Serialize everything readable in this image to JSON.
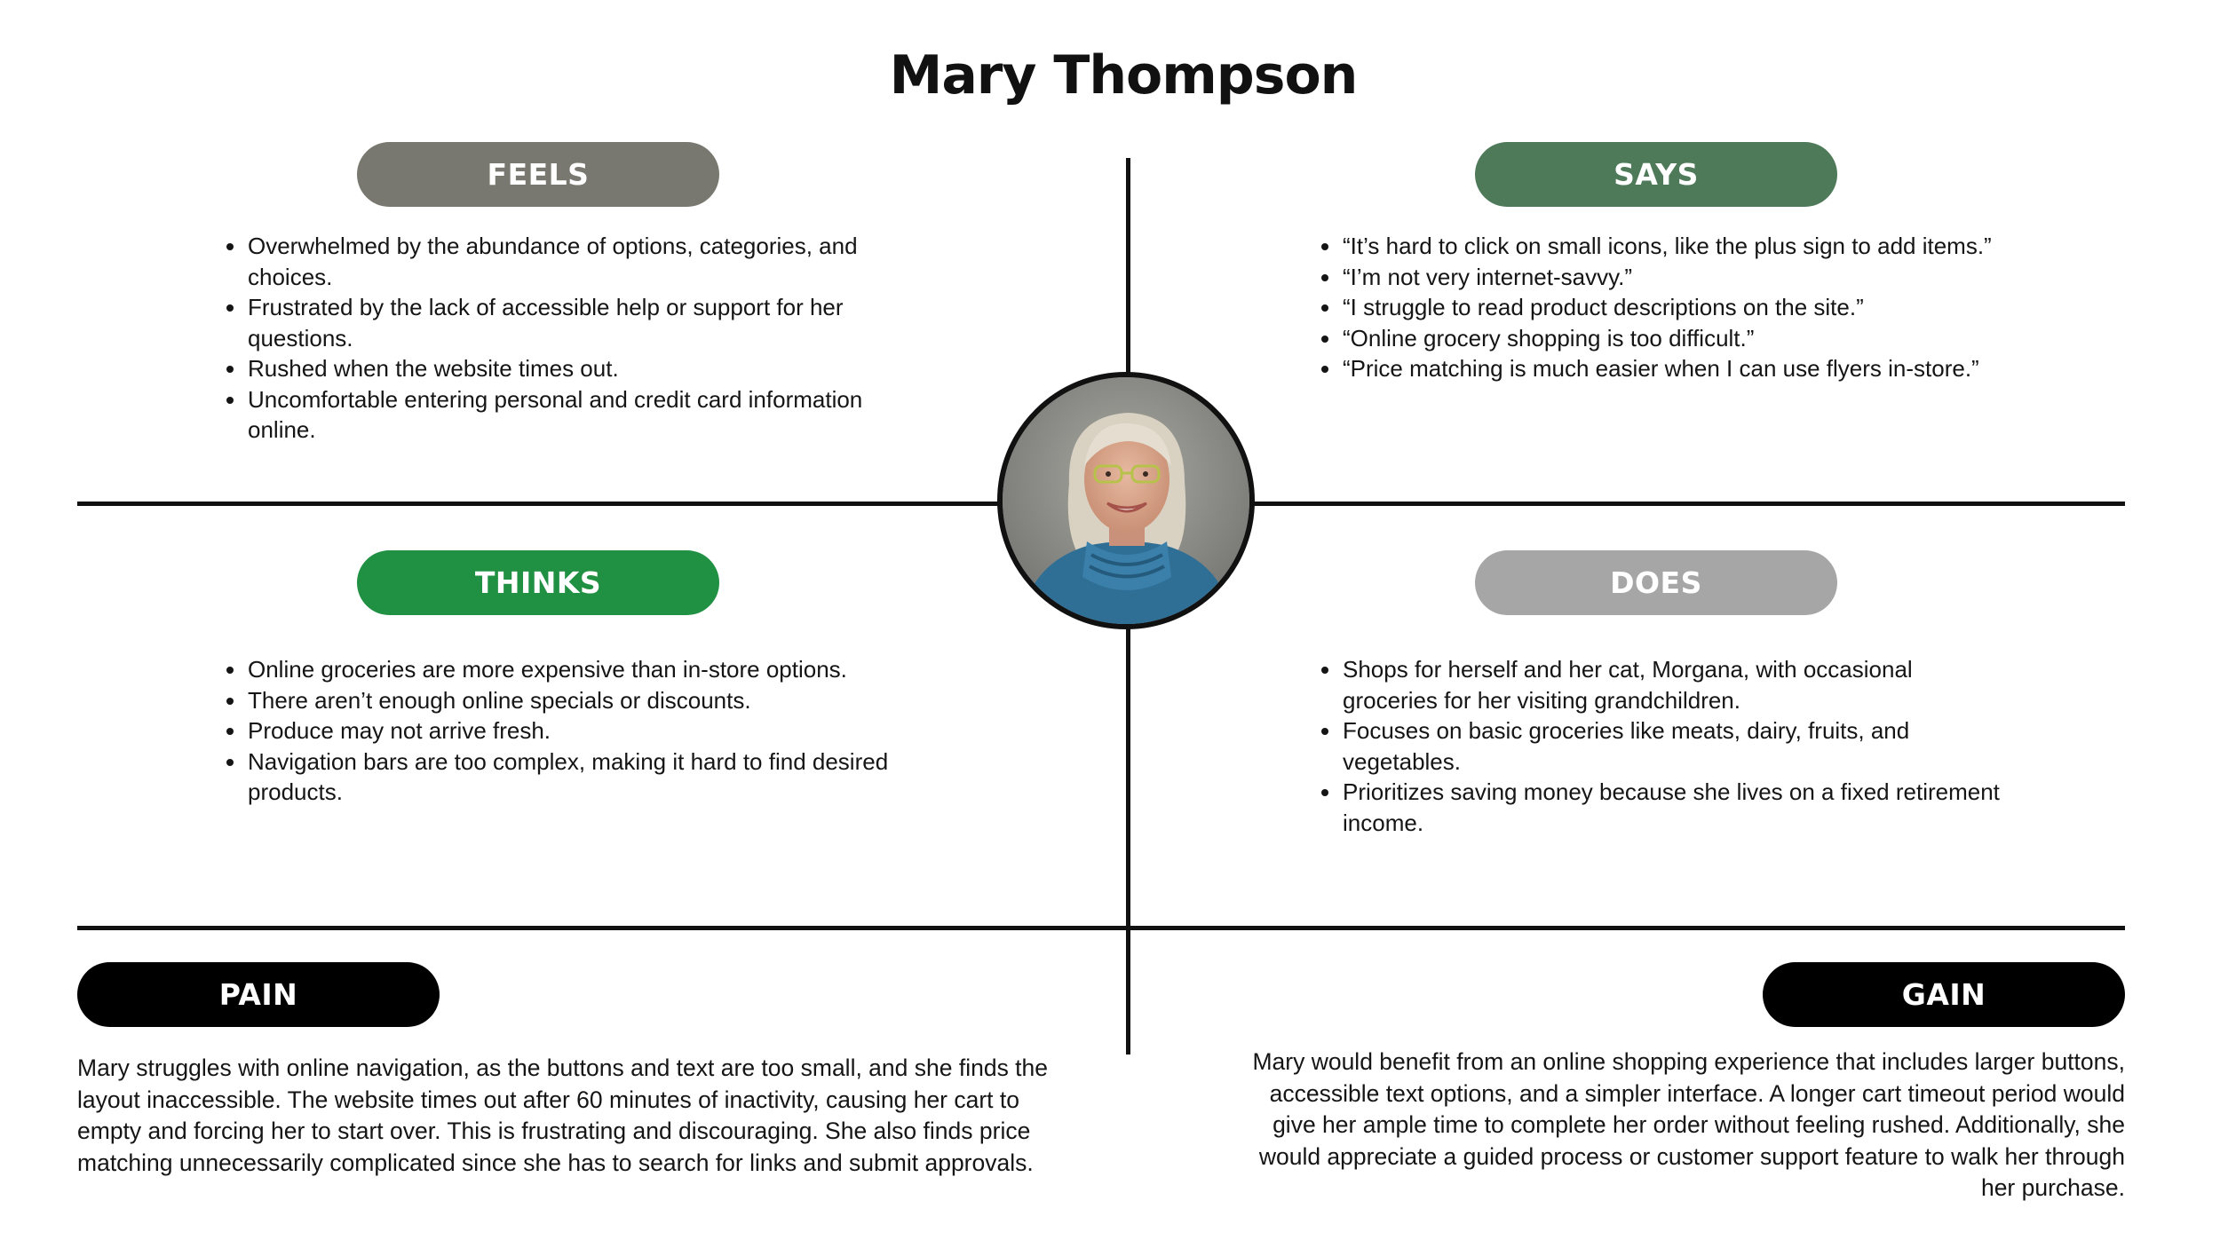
{
  "title": "Mary Thompson",
  "colors": {
    "feels": "#787870",
    "says": "#4e7a5a",
    "thinks": "#209143",
    "does": "#a6a6a6",
    "pain": "#000000",
    "gain": "#000000"
  },
  "feels": {
    "label": "FEELS",
    "items": [
      "Overwhelmed by the abundance of options, categories, and choices.",
      "Frustrated by the lack of accessible help or support for her questions.",
      "Rushed when the website times out.",
      "Uncomfortable entering personal and credit card information online."
    ]
  },
  "says": {
    "label": "SAYS",
    "items": [
      "“It’s hard to click on small icons, like the plus sign to add items.”",
      "“I’m not very internet-savvy.”",
      "“I struggle to read product descriptions on the site.”",
      "“Online grocery shopping is too difficult.”",
      "“Price matching is much easier when I can use flyers in-store.”"
    ]
  },
  "thinks": {
    "label": "THINKS",
    "items": [
      "Online groceries are more expensive than in-store options.",
      "There aren’t enough online specials or discounts.",
      "Produce may not arrive fresh.",
      "Navigation bars are too complex, making it hard to find desired products."
    ]
  },
  "does": {
    "label": "DOES",
    "items": [
      "Shops for herself and her cat, Morgana, with occasional groceries for her visiting grandchildren.",
      "Focuses on basic groceries like meats, dairy, fruits, and vegetables.",
      "Prioritizes saving money because she lives on a fixed retirement income."
    ]
  },
  "pain": {
    "label": "PAIN",
    "text": "Mary struggles with online navigation, as the buttons and text are too small, and she finds the layout inaccessible. The website times out after 60 minutes of inactivity, causing her cart to empty and forcing her to start over. This is frustrating and discouraging. She also finds price matching unnecessarily complicated since she has to search for links and submit approvals."
  },
  "gain": {
    "label": "GAIN",
    "text": "Mary would benefit from an online shopping experience that includes larger buttons, accessible text options, and a simpler interface. A longer cart timeout period would give her ample time to complete her order without feeling rushed. Additionally, she would appreciate a guided process or customer support feature to walk her through her purchase."
  },
  "avatar": {
    "icon": "portrait-photo"
  }
}
